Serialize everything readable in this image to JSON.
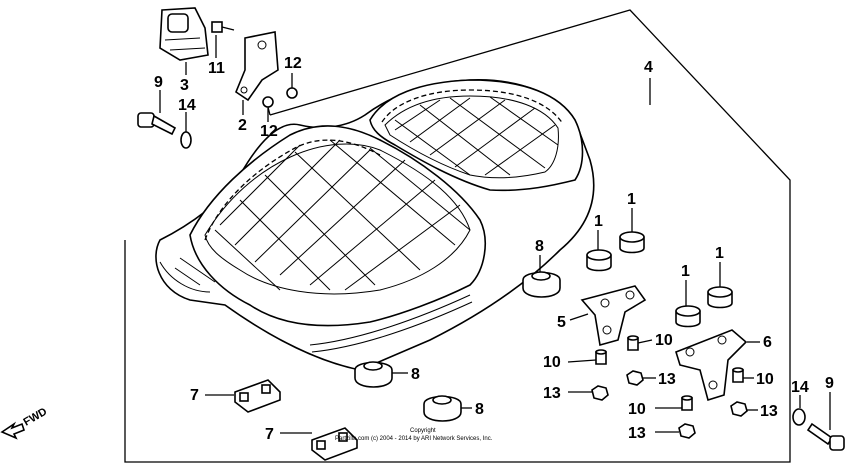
{
  "callouts": {
    "c1a": "1",
    "c1b": "1",
    "c1c": "1",
    "c1d": "1",
    "c2": "2",
    "c3": "3",
    "c4": "4",
    "c5": "5",
    "c6": "6",
    "c7a": "7",
    "c7b": "7",
    "c8a": "8",
    "c8b": "8",
    "c8c": "8",
    "c9a": "9",
    "c9b": "9",
    "c10a": "10",
    "c10b": "10",
    "c10c": "10",
    "c10d": "10",
    "c11": "11",
    "c12a": "12",
    "c12b": "12",
    "c13a": "13",
    "c13b": "13",
    "c13c": "13",
    "c13d": "13",
    "c14a": "14",
    "c14b": "14"
  },
  "fwd_label": "FWD",
  "copyright": {
    "line1": "Copyright",
    "line2": "Partzilla.com (c) 2004 - 2014 by ARI Network Services, Inc."
  }
}
